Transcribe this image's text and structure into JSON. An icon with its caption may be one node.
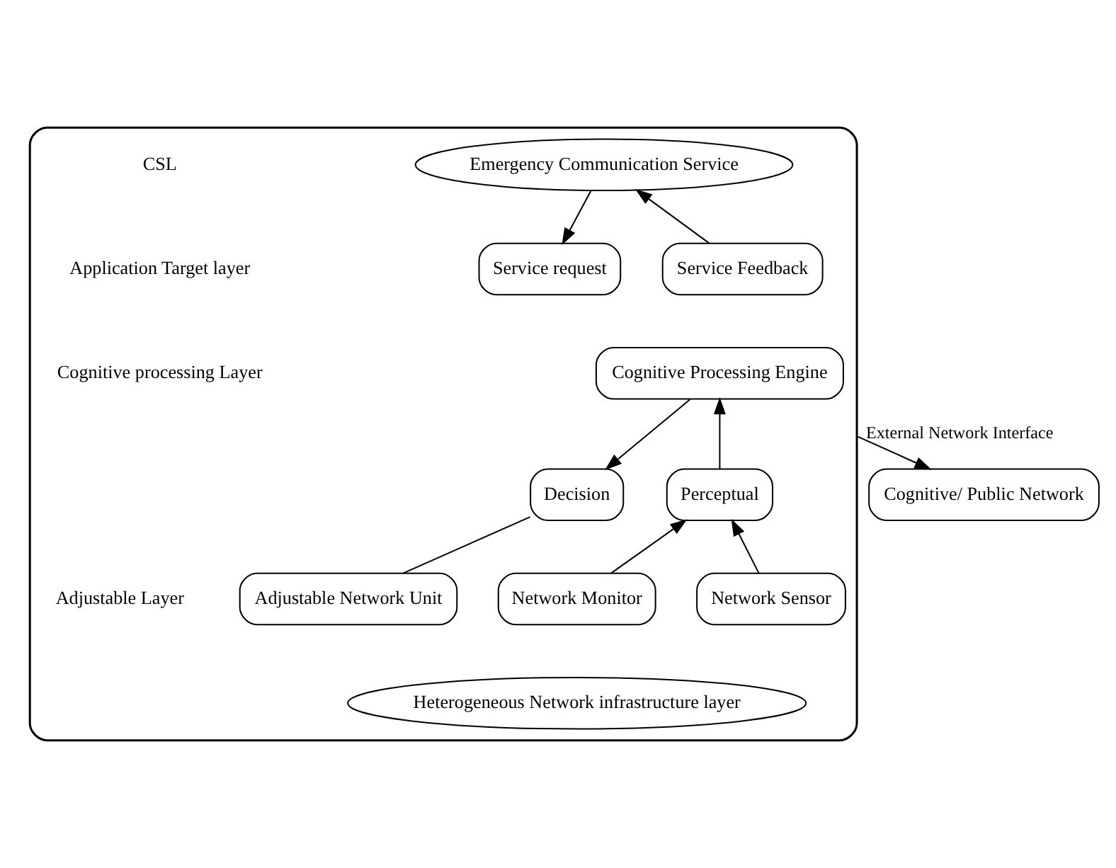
{
  "diagram": {
    "nodes": [
      {
        "text": [],
        "shape": "box"
      },
      {
        "text": [
          "Emergency Communication Service"
        ],
        "in": 0
      },
      {
        "text": [
          "Service request"
        ],
        "in": 0
      },
      {
        "text": [
          "Service Feedback"
        ],
        "in": 0
      },
      {
        "text": [
          "Cognitive Processing Engine"
        ],
        "in": 0
      },
      {
        "text": [
          "Decision"
        ],
        "in": 0
      },
      {
        "text": [
          "Perceptual"
        ],
        "in": 0
      },
      {
        "text": [
          "Adjustable Network Unit"
        ],
        "in": 0
      },
      {
        "text": [
          "Network Monitor"
        ],
        "in": 0
      },
      {
        "text": [
          "Network Sensor"
        ],
        "in": 0
      },
      {
        "text": [
          "Heterogeneous Network infrastructure layer"
        ],
        "in": 0
      },
      {
        "text": [
          "Cognitive/ Public Network"
        ]
      }
    ],
    "edges": [
      {
        "from": 1,
        "to": 2,
        "arrow": "to"
      },
      {
        "from": 3,
        "to": 1,
        "arrow": "to"
      },
      {
        "from": 4,
        "to": 5,
        "arrow": "to"
      },
      {
        "from": 6,
        "to": 4,
        "arrow": "to"
      },
      {
        "from": 5,
        "to": 7,
        "arrow": "none"
      },
      {
        "from": 8,
        "to": 6,
        "arrow": "to"
      },
      {
        "from": 9,
        "to": 6,
        "arrow": "to"
      },
      {
        "from": 0,
        "to": 11,
        "arrow": "to",
        "label": "External Network Interface"
      }
    ],
    "labels": [
      "CSL",
      "Application Target layer",
      "Cognitive processing Layer",
      "Adjustable Layer"
    ]
  }
}
